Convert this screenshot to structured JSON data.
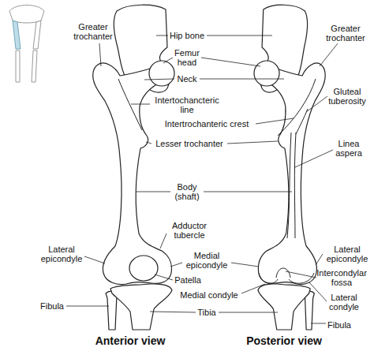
{
  "diagram": {
    "labels": [
      "Greater trochanter",
      "Hip bone",
      "Femur head",
      "Greater trochanter",
      "Neck",
      "Intertochancteric line",
      "Gluteal tuberosity",
      "Intertrochanteric crest",
      "Lesser trochanter",
      "Linea aspera",
      "Body (shaft)",
      "Adductor tubercle",
      "Lateral epicondyle",
      "Medial epicondyle",
      "Lateral epicondyle",
      "Patella",
      "Intercondylar fossa",
      "Medial condyle",
      "Lateral condyle",
      "Fibula",
      "Tibia",
      "Fibula",
      "Anterior view",
      "Posterior view"
    ]
  }
}
